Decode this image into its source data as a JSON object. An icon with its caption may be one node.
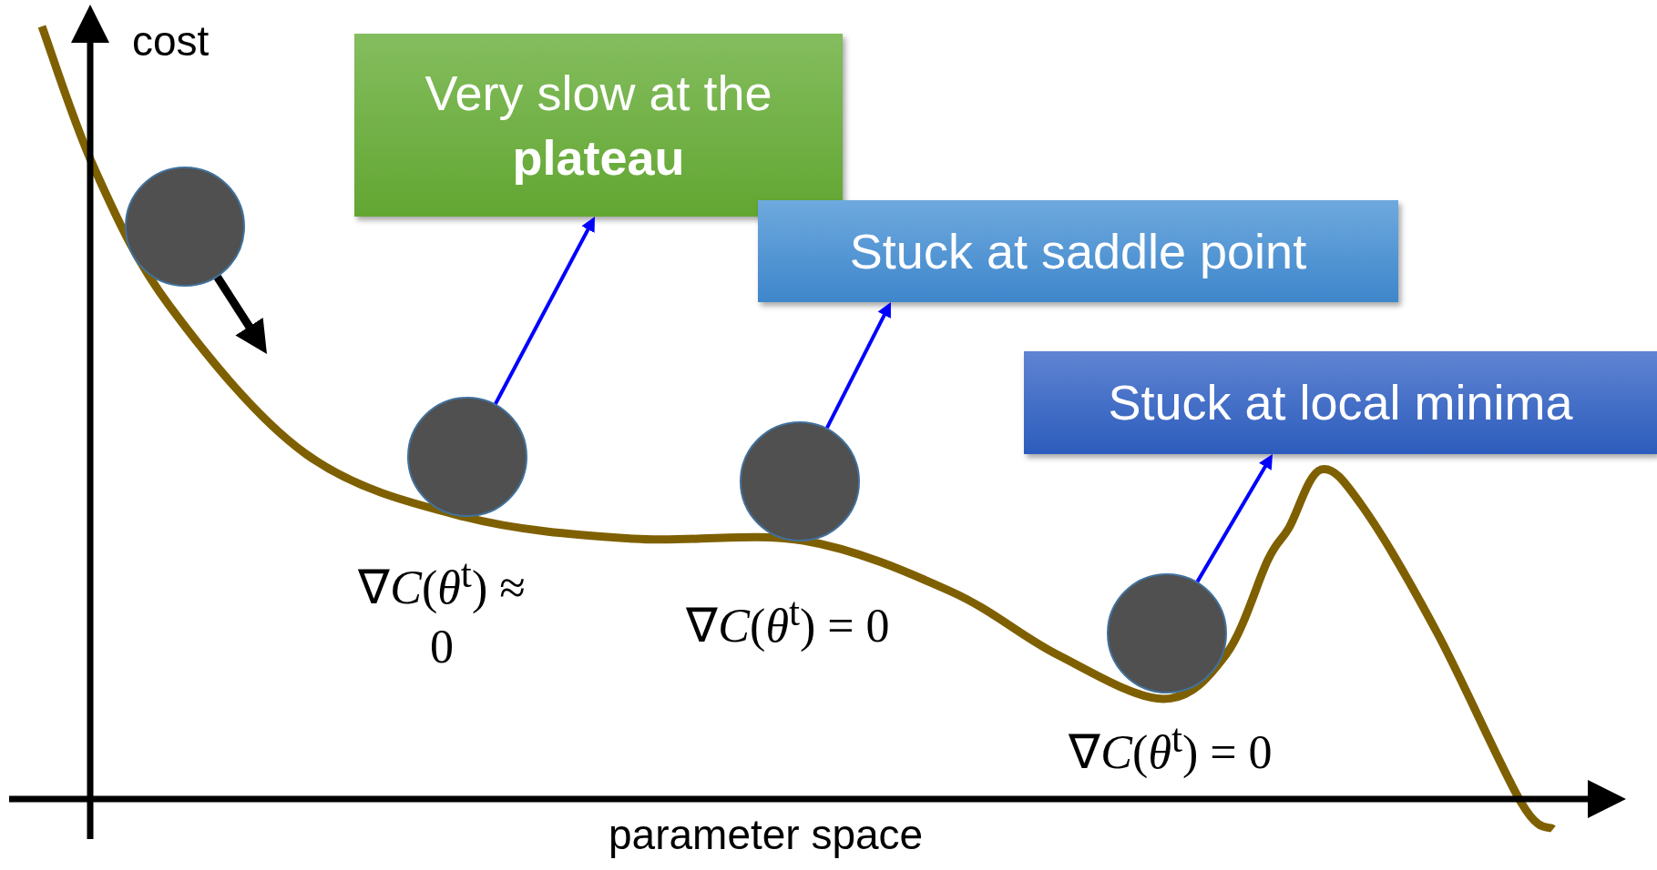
{
  "diagram": {
    "nodes": [
      {
        "text": [
          "Very slow at the **plateau**"
        ]
      },
      {
        "text": [
          "Stuck at saddle point"
        ]
      },
      {
        "text": [
          "Stuck at local minima"
        ]
      },
      {
        "text": [],
        "shape": "circle"
      },
      {
        "text": [],
        "shape": "circle",
        "beside": [
          "∇*C*(*θ*$^{t}$) ≈ 0"
        ]
      },
      {
        "text": [],
        "shape": "circle",
        "beside": [
          "∇*C*(*θ*$^{t}$) = 0"
        ]
      },
      {
        "text": [],
        "shape": "circle",
        "beside": [
          "∇*C*(*θ*$^{t}$) = 0"
        ]
      }
    ],
    "edges": [
      {
        "from": 3,
        "to": null,
        "arrow": "to",
        "style": "thick",
        "color": "#000000"
      },
      {
        "from": 4,
        "to": 0,
        "arrow": "to"
      },
      {
        "from": 5,
        "to": 1,
        "arrow": "to"
      },
      {
        "from": 6,
        "to": 2,
        "arrow": "to"
      }
    ],
    "labels": [
      "cost",
      "parameter space"
    ]
  }
}
